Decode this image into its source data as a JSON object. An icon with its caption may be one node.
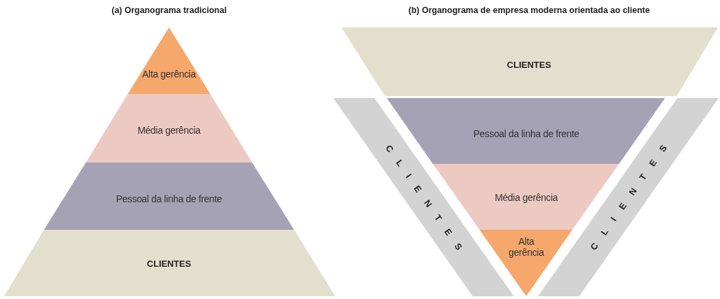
{
  "diagram": {
    "nodes": [
      {
        "text": [
          "Alta gerência"
        ]
      },
      {
        "text": [
          "Média gerência"
        ]
      },
      {
        "text": [
          "Pessoal da linha de frente"
        ]
      },
      {
        "text": [
          "CLIENTES"
        ]
      },
      {
        "text": [
          "CLIENTES"
        ]
      },
      {
        "text": [
          "Pessoal da linha de frente"
        ]
      },
      {
        "text": [
          "Média gerência"
        ]
      },
      {
        "text": [
          "Alta gerência"
        ]
      },
      {
        "text": [
          "CLIENTES"
        ]
      },
      {
        "text": [
          "CLIENTES"
        ]
      }
    ],
    "edges": [],
    "labels": [
      "(a) Organograma tradicional",
      "(b) Organograma de empresa moderna orientada ao cliente"
    ]
  }
}
